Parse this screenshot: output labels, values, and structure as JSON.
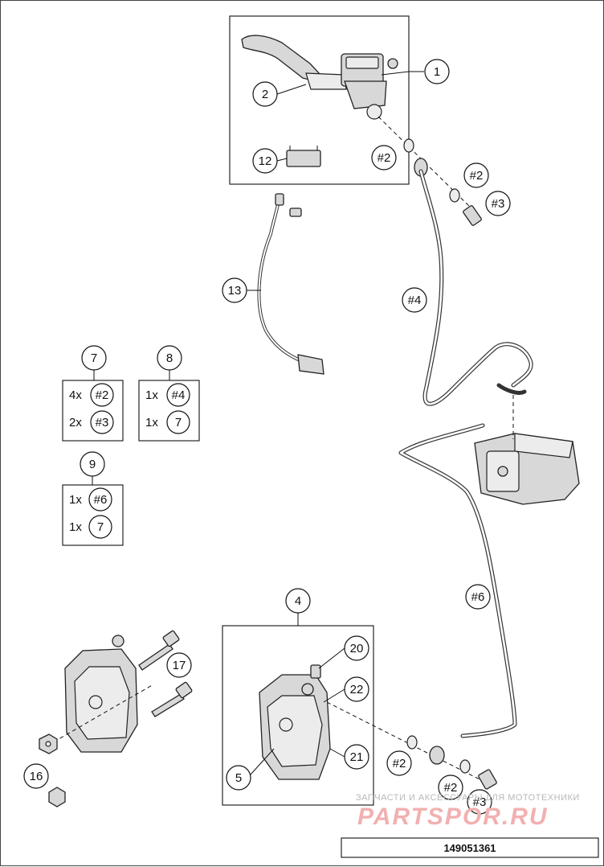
{
  "callouts": {
    "c1": "1",
    "c2": "2",
    "c4": "4",
    "c5": "5",
    "c7": "7",
    "c8": "8",
    "c9": "9",
    "c12": "12",
    "c13": "13",
    "c16": "16",
    "c17": "17",
    "c20": "20",
    "c21": "21",
    "c22": "22",
    "h2a": "#2",
    "h2b": "#2",
    "h2c": "#2",
    "h2d": "#2",
    "h3a": "#3",
    "h3b": "#3",
    "h4": "#4",
    "h6": "#6"
  },
  "kits": {
    "kit7": {
      "rows": [
        {
          "qty": "4x",
          "ref": "#2"
        },
        {
          "qty": "2x",
          "ref": "#3"
        }
      ]
    },
    "kit8": {
      "rows": [
        {
          "qty": "1x",
          "ref": "#4"
        },
        {
          "qty": "1x",
          "ref": "7"
        }
      ]
    },
    "kit9": {
      "rows": [
        {
          "qty": "1x",
          "ref": "#6"
        },
        {
          "qty": "1x",
          "ref": "7"
        }
      ]
    }
  },
  "watermark": {
    "line1": "ЗАПЧАСТИ И АКСЕССУАРЫ ДЛЯ МОТОТЕХНИКИ",
    "line2": "PARTSPOR.RU"
  },
  "catalog_number": "149051361"
}
